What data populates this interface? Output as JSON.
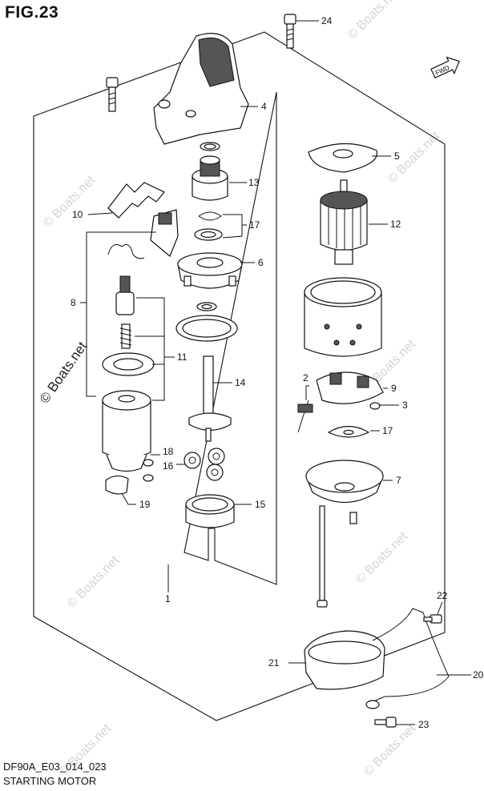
{
  "figure": {
    "title": "FIG.23",
    "model_code": "DF90A_E03_014_023",
    "caption": "STARTING MOTOR",
    "fwd_label": "FWD",
    "watermark": "© Boats.net"
  },
  "callouts": {
    "c1": "1",
    "c2": "2",
    "c3": "3",
    "c4": "4",
    "c5": "5",
    "c6": "6",
    "c7": "7",
    "c8": "8",
    "c9": "9",
    "c10": "10",
    "c11": "11",
    "c12": "12",
    "c13": "13",
    "c14": "14",
    "c15": "15",
    "c16": "16",
    "c17a": "17",
    "c17b": "17",
    "c18": "18",
    "c19": "19",
    "c20": "20",
    "c21": "21",
    "c22": "22",
    "c23": "23",
    "c24": "24"
  }
}
